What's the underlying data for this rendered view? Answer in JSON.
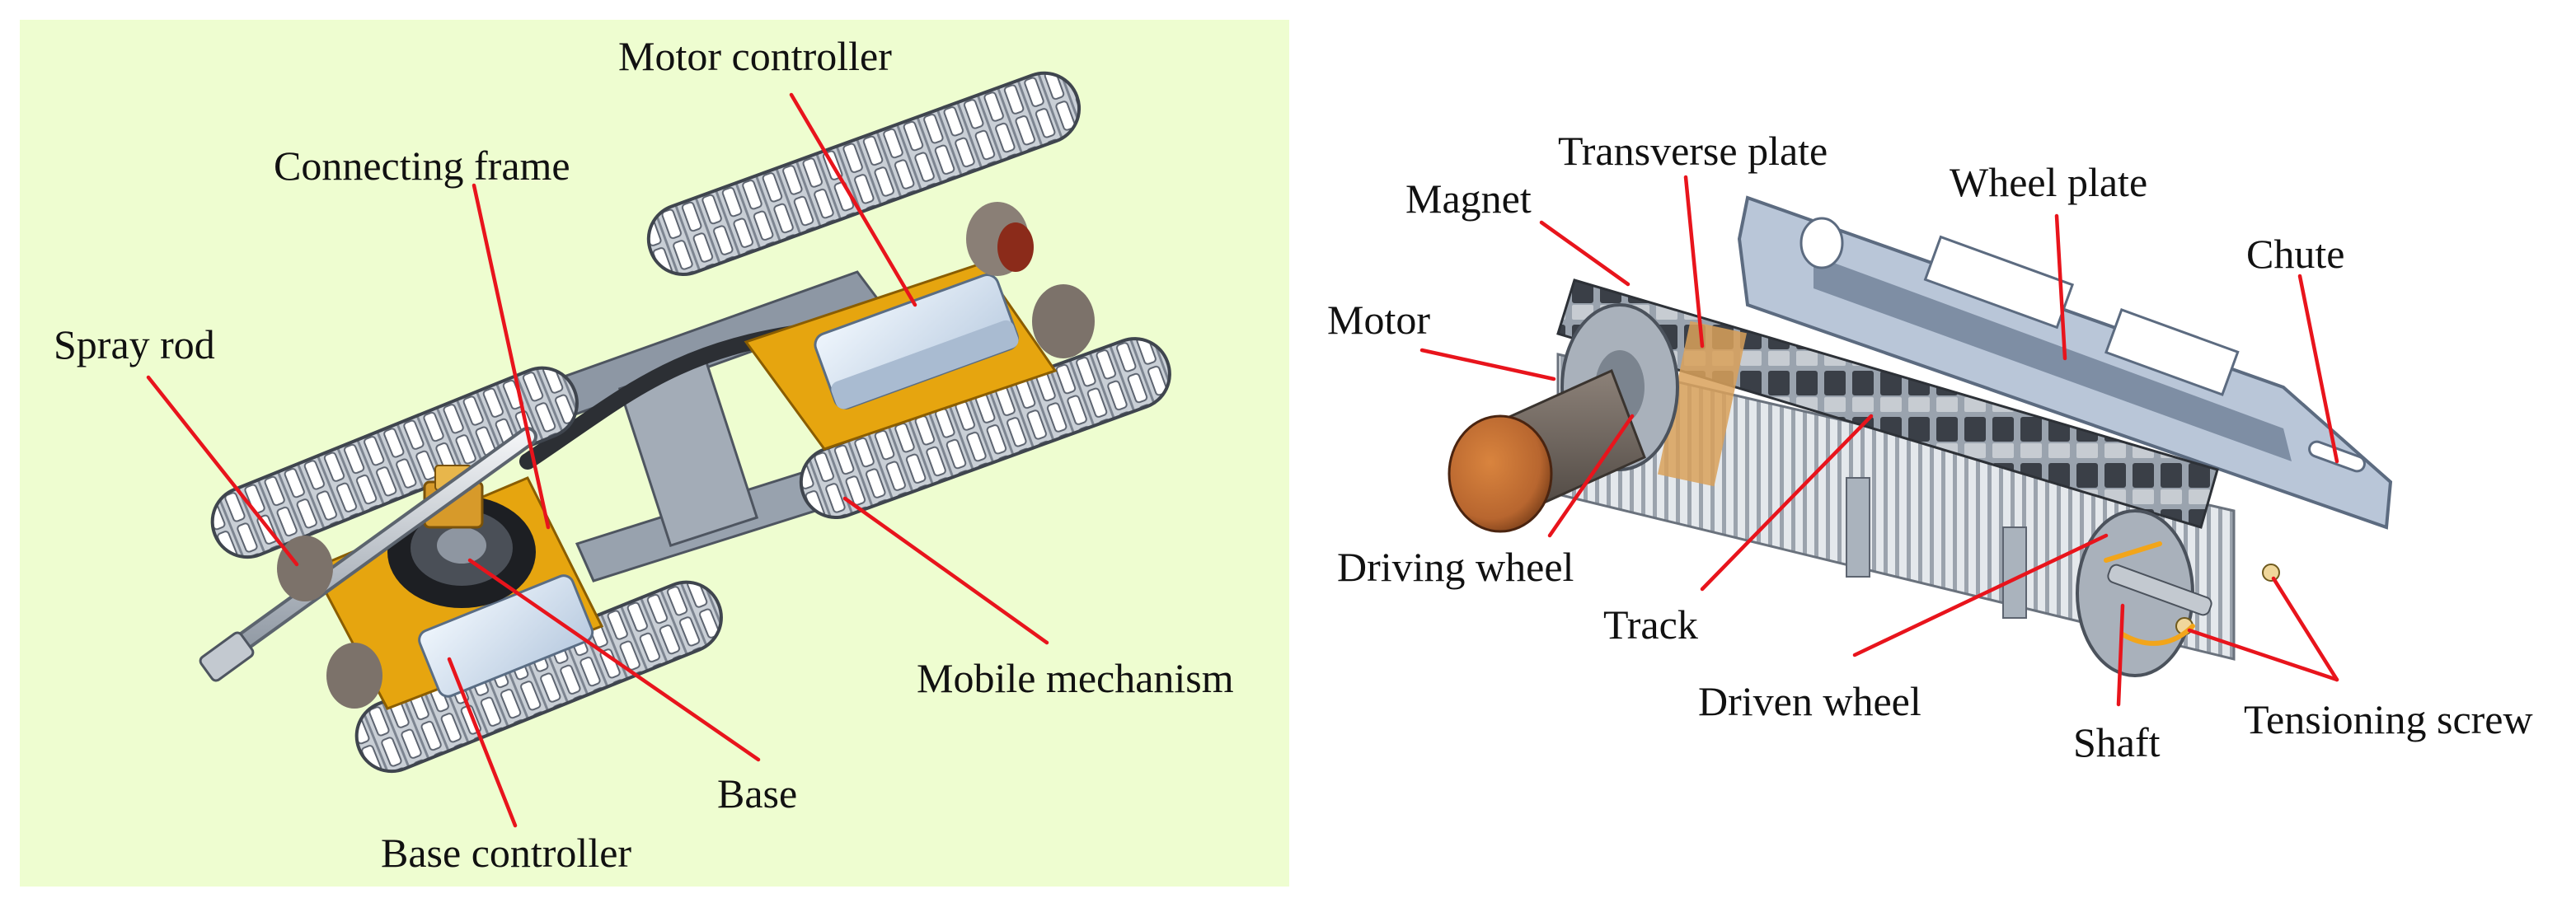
{
  "colors": {
    "left_panel_bg": "#eefdd0",
    "leader_line": "#e8141c",
    "frame_yellow": "#e6a50f",
    "metal_gray": "#8f9aa8",
    "controller_box": "#d9e7f7",
    "motor_copper": "#b8662f",
    "tension_arrow": "#f2a51a",
    "transverse_plate": "#d9a15a"
  },
  "panels": {
    "left": {
      "labels": {
        "motor_controller": "Motor controller",
        "connecting_frame": "Connecting frame",
        "spray_rod": "Spray rod",
        "mobile_mechanism": "Mobile mechanism",
        "base": "Base",
        "base_controller": "Base controller"
      }
    },
    "right": {
      "labels": {
        "transverse_plate": "Transverse plate",
        "magnet": "Magnet",
        "wheel_plate": "Wheel plate",
        "chute": "Chute",
        "motor": "Motor",
        "driving_wheel": "Driving wheel",
        "track": "Track",
        "driven_wheel": "Driven wheel",
        "shaft": "Shaft",
        "tensioning_screw": "Tensioning screw"
      }
    }
  }
}
